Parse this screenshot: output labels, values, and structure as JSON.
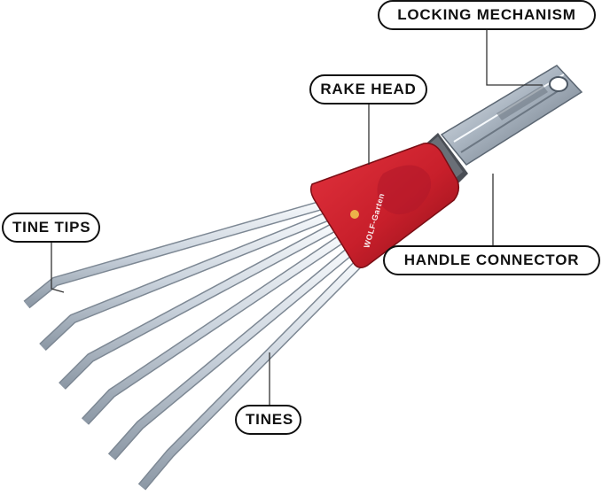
{
  "labels": {
    "locking_mechanism": "LOCKING MECHANISM",
    "rake_head": "RAKE HEAD",
    "tine_tips": "TINE TIPS",
    "handle_connector": "HANDLE CONNECTOR",
    "tines": "TINES"
  },
  "product": {
    "brand": "WOLF-Garten"
  },
  "colors": {
    "rake_head_red": "#c81f2b",
    "collar_gray": "#4a4e55",
    "metal": "#c9d2dc",
    "label_border": "#111111",
    "leader_line": "#333333"
  }
}
